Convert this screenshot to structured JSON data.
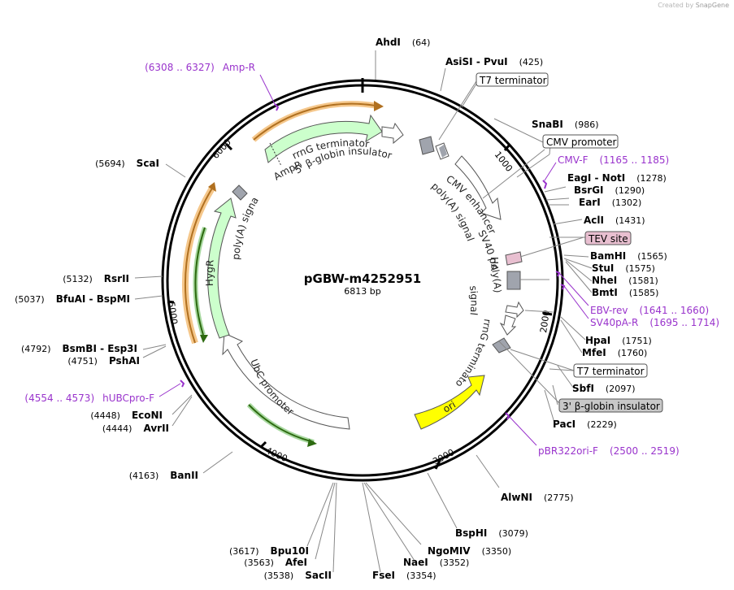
{
  "brand": {
    "prefix": "Created by",
    "name": "SnapGene"
  },
  "plasmid": {
    "name": "pGBW-m4252951",
    "length": "6813 bp",
    "bp": 6813
  },
  "ticks": [
    "1000",
    "2000",
    "3000",
    "4000",
    "5000",
    "6000"
  ],
  "cut_sites": [
    {
      "id": "ahdi",
      "name": "AhdI",
      "pos": "(64)"
    },
    {
      "id": "asisi",
      "name": "AsiSI  -  PvuI",
      "pos": "(425)"
    },
    {
      "id": "snabi",
      "name": "SnaBI",
      "pos": "(986)"
    },
    {
      "id": "eagi",
      "name": "EagI  -  NotI",
      "pos": "(1278)"
    },
    {
      "id": "bsrgi",
      "name": "BsrGI",
      "pos": "(1290)"
    },
    {
      "id": "eari",
      "name": "EarI",
      "pos": "(1302)"
    },
    {
      "id": "acli",
      "name": "AclI",
      "pos": "(1431)"
    },
    {
      "id": "bamhi",
      "name": "BamHI",
      "pos": "(1565)"
    },
    {
      "id": "stui",
      "name": "StuI",
      "pos": "(1575)"
    },
    {
      "id": "nhei",
      "name": "NheI",
      "pos": "(1581)"
    },
    {
      "id": "bmti",
      "name": "BmtI",
      "pos": "(1585)"
    },
    {
      "id": "hpai",
      "name": "HpaI",
      "pos": "(1751)"
    },
    {
      "id": "mfei",
      "name": "MfeI",
      "pos": "(1760)"
    },
    {
      "id": "sbfi",
      "name": "SbfI",
      "pos": "(2097)"
    },
    {
      "id": "paci",
      "name": "PacI",
      "pos": "(2229)"
    },
    {
      "id": "alwni",
      "name": "AlwNI",
      "pos": "(2775)"
    },
    {
      "id": "bsphi",
      "name": "BspHI",
      "pos": "(3079)"
    },
    {
      "id": "ngomiv",
      "name": "NgoMIV",
      "pos": "(3350)"
    },
    {
      "id": "naei",
      "name": "NaeI",
      "pos": "(3352)"
    },
    {
      "id": "fsei",
      "name": "FseI",
      "pos": "(3354)"
    },
    {
      "id": "bpu10i",
      "name": "Bpu10I",
      "pos": "(3617)"
    },
    {
      "id": "afei",
      "name": "AfeI",
      "pos": "(3563)"
    },
    {
      "id": "sacii",
      "name": "SacII",
      "pos": "(3538)"
    },
    {
      "id": "banii",
      "name": "BanII",
      "pos": "(4163)"
    },
    {
      "id": "econi",
      "name": "EcoNI",
      "pos": "(4448)"
    },
    {
      "id": "avrii",
      "name": "AvrII",
      "pos": "(4444)"
    },
    {
      "id": "bsmbi",
      "name": "BsmBI  -  Esp3I",
      "pos": "(4792)"
    },
    {
      "id": "pshai",
      "name": "PshAI",
      "pos": "(4751)"
    },
    {
      "id": "bfuai",
      "name": "BfuAI  -  BspMI",
      "pos": "(5037)"
    },
    {
      "id": "rsrii",
      "name": "RsrII",
      "pos": "(5132)"
    },
    {
      "id": "scai",
      "name": "ScaI",
      "pos": "(5694)"
    }
  ],
  "primers": [
    {
      "id": "ampr",
      "name": "Amp-R",
      "range": "(6308 .. 6327)"
    },
    {
      "id": "cmvf",
      "name": "CMV-F",
      "range": "(1165 .. 1185)"
    },
    {
      "id": "ebvrev",
      "name": "EBV-rev",
      "range": "(1641 .. 1660)"
    },
    {
      "id": "sv40par",
      "name": "SV40pA-R",
      "range": "(1695 .. 1714)"
    },
    {
      "id": "pbr322",
      "name": "pBR322ori-F",
      "range": "(2500 .. 2519)"
    },
    {
      "id": "hubc",
      "name": "hUBCpro-F",
      "range": "(4554 .. 4573)"
    }
  ],
  "boxed_features": [
    {
      "id": "t7a",
      "label": "T7 terminator",
      "color": "#ffffff"
    },
    {
      "id": "cmvprom",
      "label": "CMV promoter",
      "color": "#ffffff"
    },
    {
      "id": "tev",
      "label": "TEV site",
      "color": "#e8bfd0"
    },
    {
      "id": "t7b",
      "label": "T7 terminator",
      "color": "#ffffff"
    },
    {
      "id": "bglobin3",
      "label": "3' β-globin insulator",
      "color": "#c8c8c8"
    }
  ],
  "features": {
    "rrng1": "rrnG terminator",
    "bglobin5": "5' β-globin insulator",
    "ampr": "AmpR",
    "cmvenh": "CMV enhancer",
    "polya1": "poly(A) signal",
    "sv40polya": "SV40 poly(A)",
    "sv40signal": "signal",
    "ha": "HA",
    "rrng2": "rrnG terminator",
    "ori": "ori",
    "ubc": "UbC promoter",
    "hygr": "HygR",
    "polya2": "poly(A) signal"
  },
  "colors": {
    "backbone": "#000000",
    "primer": "#9933cc",
    "marker_fill": "#ccffcc",
    "ori_fill": "#ffff00",
    "orf_fill": "#e8a23a",
    "orf2_fill": "#4a8a1e",
    "terminator_fill": "#a0a4ad"
  }
}
